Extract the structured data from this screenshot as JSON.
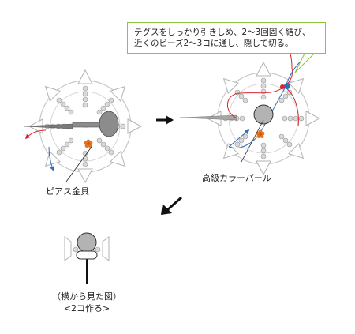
{
  "callout": {
    "line1": "テグスをしっかり引きしめ、2〜3回固く結び、",
    "line2": "近くのビーズ2〜3コに通し、隠して切る。"
  },
  "labels": {
    "earring_fitting": "ピアス金具",
    "pearl": "高級カラーパール"
  },
  "side_view": {
    "line1": "（横から見た図）",
    "line2": "<2コ作る>"
  },
  "colors": {
    "callout_border": "#8cc63f",
    "thread_red": "#d9232d",
    "thread_blue": "#2e6fb7",
    "bead_orange": "#e8731a",
    "bead_gray": "#bfbfbf"
  }
}
